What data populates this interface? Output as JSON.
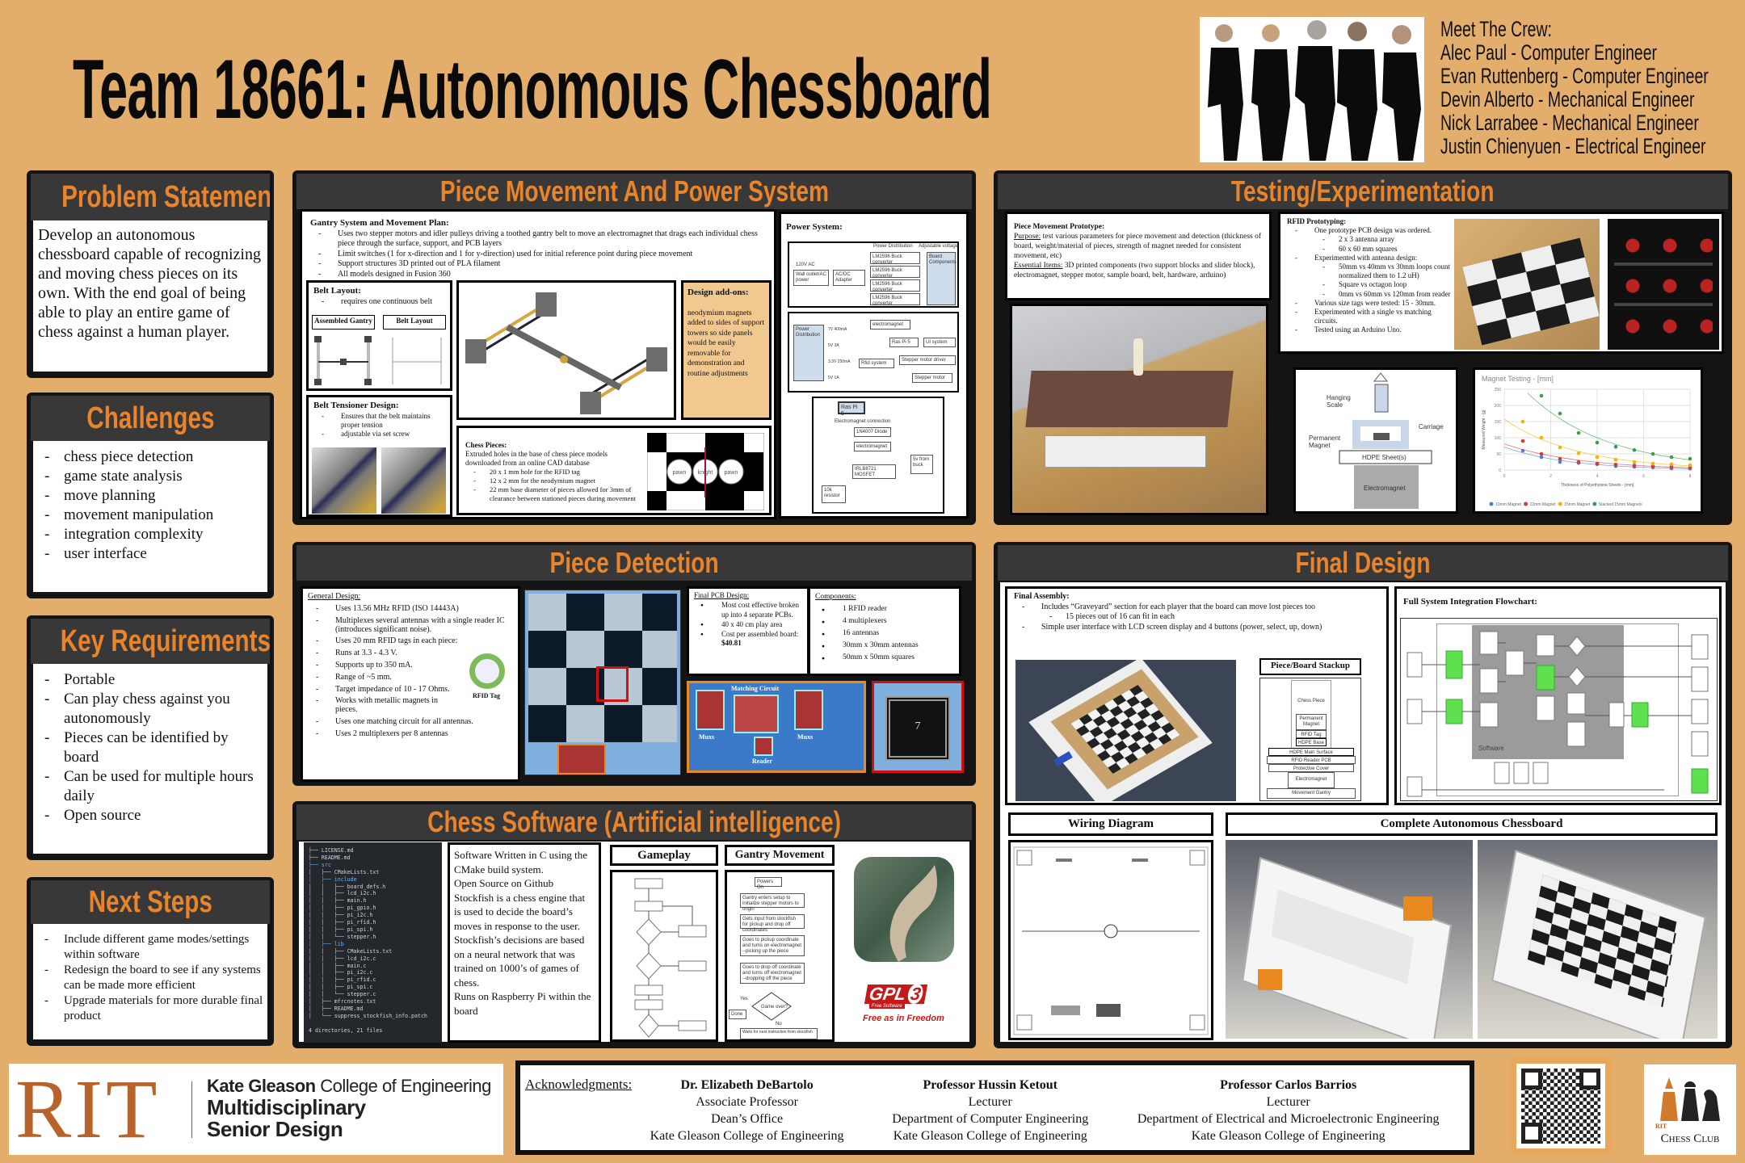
{
  "title": "Team 18661: Autonomous Chessboard",
  "crew": {
    "heading": "Meet The Crew:",
    "members": [
      "Alec Paul - Computer Engineer",
      "Evan Ruttenberg - Computer Engineer",
      "Devin Alberto - Mechanical Engineer",
      "Nick Larrabee - Mechanical Engineer",
      "Justin Chienyuen - Electrical Engineer"
    ]
  },
  "colors": {
    "background": "#e3ad6c",
    "header_bg": "#383838",
    "header_text": "#e8842b",
    "frame": "#141414",
    "addon_bg": "#f0c890",
    "rit_orange": "#b8622c"
  },
  "problem": {
    "title": "Problem Statement",
    "text": "Develop an autonomous chessboard capable of recognizing and moving chess pieces on its own. With the end goal of being able to play an entire game of chess against a human player."
  },
  "challenges": {
    "title": "Challenges",
    "items": [
      "chess piece detection",
      "game state analysis",
      "move planning",
      "movement manipulation",
      "integration complexity",
      "user interface"
    ]
  },
  "requirements": {
    "title": "Key Requirements",
    "items": [
      "Portable",
      "Can play chess against you autonomously",
      "Pieces can be identified by board",
      "Can be used for multiple hours daily",
      "Open source"
    ]
  },
  "next_steps": {
    "title": "Next Steps",
    "items": [
      "Include different game modes/settings within software",
      "Redesign the board to see if any systems can be made more efficient",
      "Upgrade materials for more durable final product"
    ]
  },
  "movement": {
    "title": "Piece Movement And Power System",
    "gantry": {
      "heading": "Gantry System and Movement Plan:",
      "items": [
        "Uses two stepper motors and idler pulleys driving a toothed gantry belt to move an electromagnet that drags each individual chess piece through the surface, support, and PCB layers",
        "Limit switches (1 for x-direction and 1 for y-direction) used for initial reference point during piece movement",
        "Support structures 3D printed out of PLA filament",
        "All models designed in Fusion 360"
      ]
    },
    "belt_layout": {
      "heading": "Belt Layout:",
      "items": [
        "requires one continuous belt"
      ],
      "label_assembled": "Assembled Gantry",
      "label_layout": "Belt Layout"
    },
    "tensioner": {
      "heading": "Belt Tensioner Design:",
      "items": [
        "Ensures that the belt maintains proper tension",
        "adjustable via set screw"
      ]
    },
    "addons": {
      "heading": "Design add-ons:",
      "text": "neodymium magnets added to sides of support towers so side panels would be easily removable for demonstration and routine adjustments"
    },
    "pieces": {
      "heading": "Chess Pieces:",
      "text": "Extruded holes in the base of chess piece models downloaded from an online CAD database",
      "items": [
        "20 x 1 mm hole for the RFID tag",
        "12 x 2 mm for the neodymium magnet",
        "22 mm base diameter of pieces allowed for 3mm of clearance between stationed pieces during movement"
      ],
      "diagram_labels": [
        "pawn",
        "knight",
        "pawn"
      ]
    },
    "power": {
      "heading": "Power System:",
      "dist": {
        "title": "Power Distribution",
        "adj": "Adjustable voltage",
        "ac": "120V AC",
        "wall": "Wall outlet/AC power",
        "adapter": "AC/DC Adapter",
        "bucks": [
          "LM2596 Buck converter",
          "LM2596 Buck converter",
          "LM2596 Buck converter",
          "LM2596 Buck converter"
        ],
        "board": "Board Components"
      },
      "board": {
        "title": "Board Components",
        "pd": "Power Distribution",
        "lines": [
          "7V 400mA",
          "5V 3A",
          "3.3V 250mA",
          "5V 1A"
        ],
        "electromagnet": "electromagnet",
        "raspi": "Ras Pi 5",
        "ui": "UI system",
        "rfid": "Rfid system",
        "driver": "Stepper motor driver",
        "motor": "Stepper motor"
      },
      "em": {
        "raspi": "Ras Pi 5",
        "title": "Electromagnet connection",
        "diode": "1N4007 Diode",
        "electromagnet": "electromagnet",
        "buck": "5v from buck",
        "mosfet": "IRLB8721 MOSFET",
        "resistor": "10k resistor"
      }
    }
  },
  "testing": {
    "title": "Testing/Experimentation",
    "prototype": {
      "heading": "Piece Movement Prototype:",
      "purpose_label": "Purpose:",
      "purpose": " test various parameters for piece movement and detection (thickness of board, weight/material of pieces, strength of magnet needed for consistent movement, etc)",
      "items_label": "Essential Items:",
      "items": " 3D printed components (two support blocks and slider block), electromagnet, stepper motor, sample board, belt, hardware, arduino)"
    },
    "rfid": {
      "heading": "RFID Prototyping:",
      "items": [
        {
          "text": "One prototype PCB design was ordered.",
          "sub": [
            "2 x 3 antenna array",
            "60 x 60 mm squares"
          ]
        },
        {
          "text": "Experimented with antenna design:",
          "sub": [
            "50mm vs 40mm vs 30mm loops count normalized them to 1.2 uH)",
            "Square vs octagon loop",
            "0mm vs 60mm vs 120mm from reader"
          ]
        },
        {
          "text": "Various size tags were tested: 15 - 30mm.",
          "sub": []
        },
        {
          "text": "Experimented with a single vs matching circuits.",
          "sub": []
        },
        {
          "text": "Tested using an Arduino Uno.",
          "sub": []
        }
      ]
    },
    "rig": {
      "scale": "Hanging Scale",
      "carriage": "Carriage",
      "magnet": "Permanent Magnet",
      "sheet": "HDPE Sheet(s)",
      "electromagnet": "Electromagnet"
    }
  },
  "chart_data": {
    "type": "scatter",
    "title": "Magnet Testing - [mm]",
    "xlabel": "Thickness of Polyethylene Sheets - [mm]",
    "ylabel": "Measured Weight - [g]",
    "xlim": [
      0,
      8
    ],
    "ylim": [
      0,
      250
    ],
    "xticks": [
      0,
      2,
      4,
      6,
      8
    ],
    "yticks": [
      0,
      50,
      100,
      150,
      200,
      250
    ],
    "grid": true,
    "trendline": "exponential",
    "legend": "bottom",
    "series": [
      {
        "name": "10mm Magnet",
        "color": "#4a7fe0",
        "x": [
          0.8,
          1.6,
          2.4,
          3.2,
          4.0,
          4.8,
          5.6,
          6.4,
          7.2,
          8.0
        ],
        "y": [
          60,
          40,
          25,
          22,
          18,
          12,
          10,
          8,
          5,
          4
        ]
      },
      {
        "name": "12mm Magnet",
        "color": "#d63a32",
        "x": [
          0.8,
          1.6,
          2.4,
          3.2,
          4.0,
          4.8,
          5.6,
          6.4,
          7.2,
          8.0
        ],
        "y": [
          90,
          50,
          35,
          25,
          20,
          17,
          14,
          12,
          10,
          8
        ]
      },
      {
        "name": "15mm Magnet",
        "color": "#f2b400",
        "x": [
          0.8,
          1.6,
          2.4,
          3.2,
          4.0,
          4.8,
          5.6,
          6.4,
          7.2,
          8.0
        ],
        "y": [
          150,
          100,
          70,
          52,
          40,
          32,
          25,
          20,
          18,
          15
        ]
      },
      {
        "name": "Stacked 15mm Magnets",
        "color": "#3a9d4a",
        "x": [
          1.6,
          2.4,
          3.2,
          4.0,
          4.8,
          5.6,
          6.4,
          7.2,
          8.0
        ],
        "y": [
          230,
          175,
          115,
          85,
          72,
          62,
          50,
          40,
          35
        ]
      }
    ]
  },
  "detection": {
    "title": "Piece Detection",
    "general": {
      "heading": "General Design:",
      "items": [
        "Uses 13.56 MHz RFID (ISO 14443A)",
        "Multiplexes several antennas with a single reader IC (introduces significant noise).",
        "Uses 20 mm RFID tags in each piece:",
        "Runs at 3.3 - 4.3 V.",
        "Supports up to 350 mA.",
        "Range of ~5 mm.",
        "Target impedance of 10 - 17 Ohms.",
        "Works with metallic magnets in pieces.",
        "Uses one matching circuit for all antennas.",
        "Uses 2 multiplexers per 8 antennas"
      ],
      "tag_label": "RFID Tag"
    },
    "pcb": {
      "heading": "Final PCB Design:",
      "items": [
        "Most cost effective broken up into 4 separate PCBs.",
        "40 x 40 cm play area",
        "Cost per assembled board:"
      ],
      "cost": "$40.81"
    },
    "components": {
      "heading": "Components:",
      "items": [
        "1 RFID reader",
        "4 multiplexers",
        "16 antennas",
        "30mm x 30mm antennas",
        "50mm x 50mm squares"
      ]
    },
    "zoom_labels": {
      "matching": "Matching Circuit",
      "mux_left": "Muxs",
      "mux_right": "Muxs",
      "reader": "Reader",
      "antenna_number": "7"
    }
  },
  "software": {
    "title": "Chess Software (Artificial intelligence)",
    "tree": [
      "├── LICENSE.md",
      "├── README.md",
      "├── src",
      "│   ├── CMakeLists.txt",
      "│   ├── include",
      "│   │   ├── board_defs.h",
      "│   │   ├── lcd_i2c.h",
      "│   │   ├── main.h",
      "│   │   ├── pi_gpio.h",
      "│   │   ├── pi_i2c.h",
      "│   │   ├── pi_rfid.h",
      "│   │   ├── pi_spi.h",
      "│   │   └── stepper.h",
      "│   ├── lib",
      "│   │   ├── CMakeLists.txt",
      "│   │   ├── lcd_i2c.c",
      "│   │   ├── main.c",
      "│   │   ├── pi_i2c.c",
      "│   │   ├── pi_rfid.c",
      "│   │   ├── pi_spi.c",
      "│   │   └── stepper.c",
      "│   ├── mfrcnotes.txt",
      "│   ├── README.md",
      "│   └── suppress_stockfish_info.patch",
      "",
      "4 directories, 21 files"
    ],
    "description": [
      "Software Written in C using the CMake build system.",
      "Open Source on Github",
      "Stockfish is a chess engine that is used to decide the board’s moves in response to the user.",
      "Stockfish’s decisions are based on a neural network that was trained on 1000’s of games of chess.",
      "Runs on Raspberry Pi within the board"
    ],
    "gameplay_label": "Gameplay",
    "gantry_label": "Gantry Movement",
    "gantry_flow": [
      "Powers On",
      "Gantry enters setup to initialize stepper motors to origin",
      "Gets input from stockfish for pickup and drop off coordinates",
      "Goes to pickup coordinate and turns on electromagnet --picking up the piece",
      "Goes to drop off coordinate and turns off electromagnet --dropping off the piece",
      "Game over?",
      "Done",
      "Yes",
      "No",
      "Waits for next instruction from stockfish"
    ],
    "gpl": {
      "big": "GPL",
      "version": "3",
      "small": "Free Software",
      "tagline": "Free as in Freedom"
    }
  },
  "final": {
    "title": "Final Design",
    "assembly": {
      "heading": "Final Assembly:",
      "items": [
        {
          "text": "Includes “Graveyard” section for each player that the board can move lost pieces too",
          "sub": [
            "15 pieces out of 16 can fit in each"
          ]
        },
        {
          "text": "Simple user interface with LCD screen display and 4 buttons (power, select, up, down)",
          "sub": []
        }
      ]
    },
    "stackup": {
      "heading": "Piece/Board Stackup",
      "layers": [
        "Chess Piece",
        "Permanent Magnet",
        "RFID Tag",
        "HDPE Base",
        "HDPE Main Surface",
        "RFID Reader PCB",
        "Protective Cover",
        "Electromagnet",
        "Movement Gantry"
      ]
    },
    "flowchart_heading": "Full System Integration Flowchart:",
    "flowchart_software": "Software",
    "wiring_heading": "Wiring Diagram",
    "complete_heading": "Complete Autonomous Chessboard"
  },
  "footer": {
    "rit": "RIT",
    "college_bold": "Kate Gleason",
    "college_rest": " College of Engineering",
    "program_line1": "Multidisciplinary",
    "program_line2": "Senior Design",
    "ack_label": "Acknowledgments:",
    "people": [
      {
        "name": "Dr. Elizabeth DeBartolo",
        "role": "Associate Professor",
        "dept": "Dean’s Office",
        "college": "Kate Gleason College of Engineering"
      },
      {
        "name": "Professor Hussin Ketout",
        "role": "Lecturer",
        "dept": "Department of Computer Engineering",
        "college": "Kate Gleason College of Engineering"
      },
      {
        "name": "Professor Carlos Barrios",
        "role": "Lecturer",
        "dept": "Department of Electrical and Microelectronic Engineering",
        "college": "Kate Gleason College of Engineering"
      }
    ],
    "club_small": "RIT",
    "club": "Chess Club"
  }
}
